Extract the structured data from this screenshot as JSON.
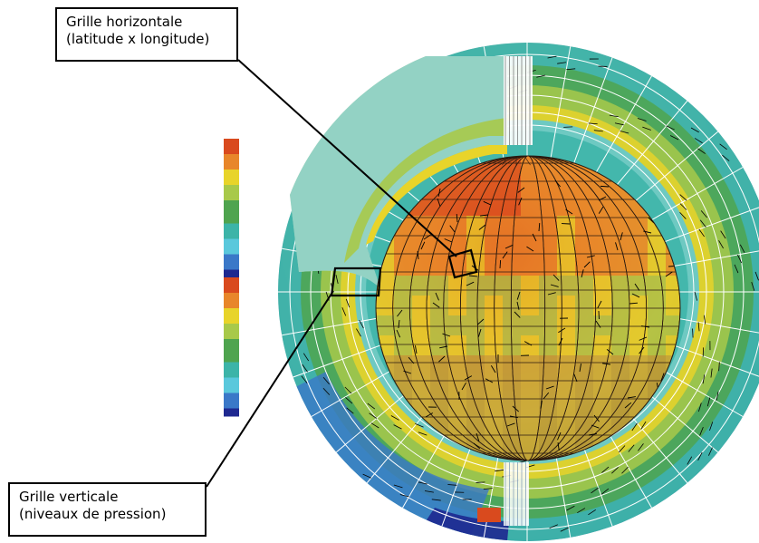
{
  "callouts": {
    "horizontal": {
      "line1": "Grille horizontale",
      "line2": "(latitude x longitude)"
    },
    "vertical": {
      "line1": "Grille verticale",
      "line2": "(niveaux de pression)"
    }
  },
  "colors": {
    "red": "#d94a1e",
    "orange": "#e8862a",
    "yellow": "#e8d42a",
    "lightgreen": "#a8c94a",
    "green": "#4fa44f",
    "teal": "#3cb4a8",
    "cyan": "#5ac8dc",
    "blue": "#3a78c8",
    "navy": "#1e2890",
    "grid": "#ffffff",
    "inner_grid": "#2a1a10"
  },
  "legend_colors": [
    "red",
    "orange",
    "yellow",
    "lightgreen",
    "green",
    "teal",
    "cyan",
    "blue",
    "navy"
  ]
}
